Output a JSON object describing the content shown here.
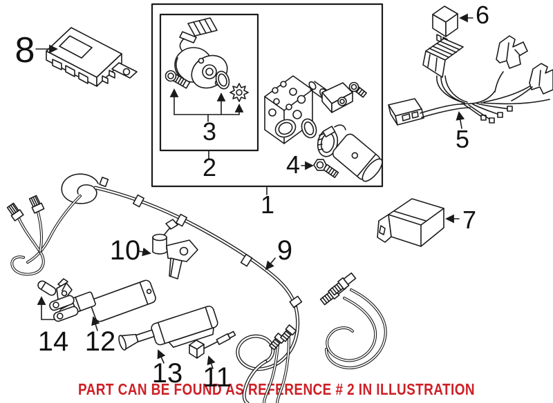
{
  "diagram": {
    "background": "#ffffff",
    "line_color": "#1a1a1a",
    "callouts": {
      "1": "1",
      "2": "2",
      "3": "3",
      "4": "4",
      "5": "5",
      "6": "6",
      "7": "7",
      "8": "8",
      "9": "9",
      "10": "10",
      "11": "11",
      "12": "12",
      "13": "13",
      "14": "14"
    },
    "footer": {
      "text": "PART CAN BE FOUND AS REFERENCE # 2 IN ILLUSTRATION",
      "color": "#cd2027"
    }
  }
}
